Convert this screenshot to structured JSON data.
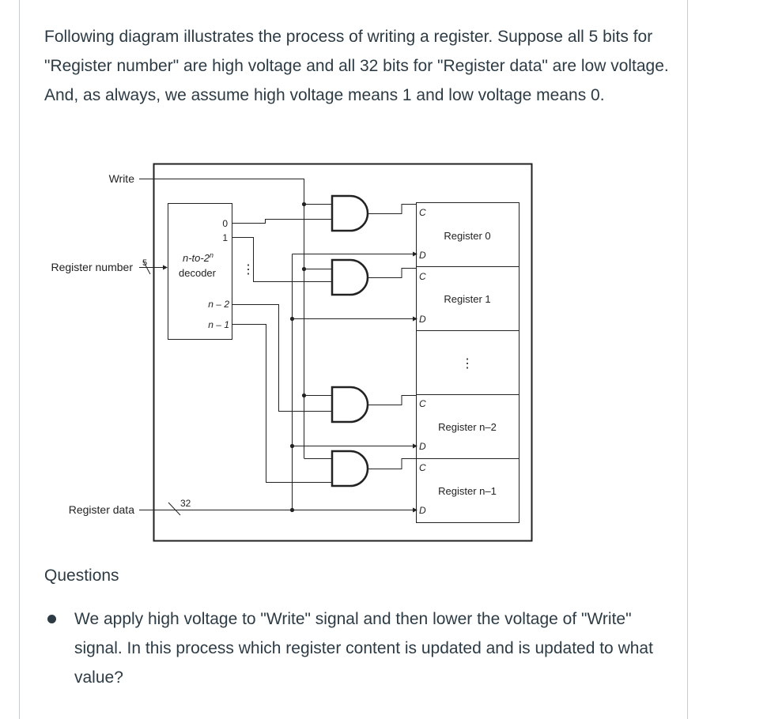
{
  "intro": "Following diagram illustrates the process of writing a register.  Suppose all 5 bits for \"Register number\" are high voltage and all 32 bits for \"Register data\" are low voltage.  And, as always, we assume high voltage means 1 and low voltage means 0.",
  "diagram": {
    "write_label": "Write",
    "register_number_label": "Register number",
    "register_number_width": "5",
    "register_data_label": "Register data",
    "register_data_width": "32",
    "decoder_label_line1": "n-to-2",
    "decoder_label_sup": "n",
    "decoder_label_line2": "decoder",
    "decoder_outputs": [
      "0",
      "1",
      "n – 2",
      "n – 1"
    ],
    "dots": "⋮",
    "clock_pin": "C",
    "data_pin": "D",
    "registers": [
      "Register 0",
      "Register 1",
      "Register n–2",
      "Register n–1"
    ]
  },
  "questions": {
    "heading": "Questions",
    "items": [
      "We apply high voltage to \"Write\" signal and then lower the voltage of \"Write\" signal.  In this process which register content is updated and is updated to what value?"
    ]
  }
}
